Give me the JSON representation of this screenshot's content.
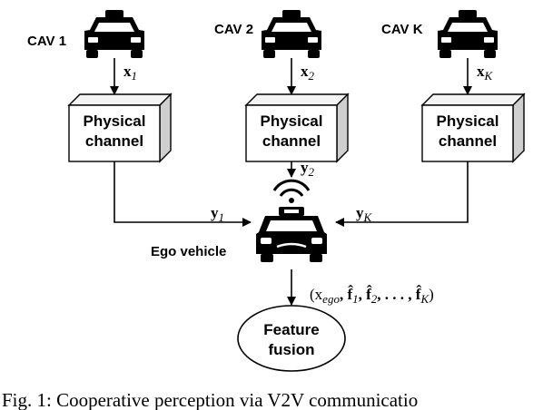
{
  "cavs": [
    {
      "name": "CAV 1",
      "signal_base": "x",
      "signal_sub": "1"
    },
    {
      "name": "CAV 2",
      "signal_base": "x",
      "signal_sub": "2"
    },
    {
      "name": "CAV K",
      "signal_base": "x",
      "signal_sub": "K"
    }
  ],
  "channel_label_line1": "Physical",
  "channel_label_line2": "channel",
  "received": {
    "y1": {
      "base": "y",
      "sub": "1"
    },
    "y2": {
      "base": "y",
      "sub": "2"
    },
    "yK": {
      "base": "y",
      "sub": "K"
    }
  },
  "ego_label": "Ego vehicle",
  "fusion_input": {
    "open": "(x",
    "ego_sub": "ego",
    "f1": ", f̂",
    "f1_sub": "1",
    "f2": ", f̂",
    "f2_sub": "2",
    "dots": ", . . . , f̂",
    "fK_sub": "K",
    "close": ")"
  },
  "fusion_label_line1": "Feature",
  "fusion_label_line2": "fusion",
  "caption": "Fig. 1: Cooperative perception via V2V communicatio"
}
